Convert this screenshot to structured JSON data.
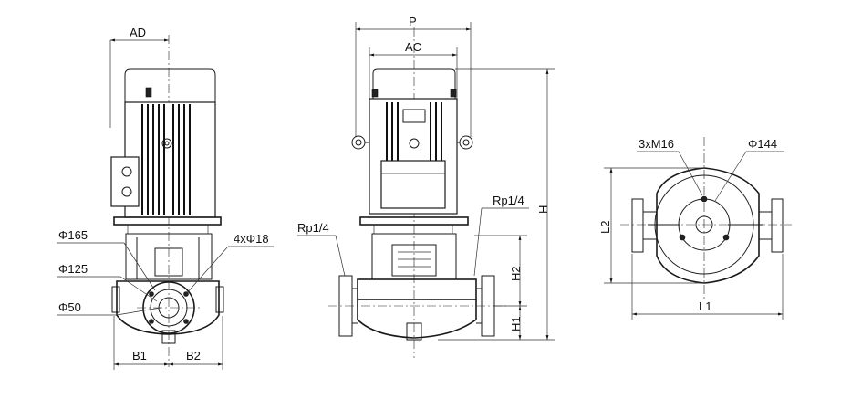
{
  "front_view": {
    "dim_ad": "AD",
    "dim_b1": "B1",
    "dim_b2": "B2",
    "label_phi165": "Φ165",
    "label_phi125": "Φ125",
    "label_phi50": "Φ50",
    "label_bolts": "4xΦ18"
  },
  "side_view": {
    "dim_p": "P",
    "dim_ac": "AC",
    "dim_h": "H",
    "dim_h1": "H1",
    "dim_h2": "H2",
    "port_left": "Rp1/4",
    "port_right": "Rp1/4"
  },
  "top_view": {
    "label_screws": "3xM16",
    "label_phi144": "Φ144",
    "dim_l1": "L1",
    "dim_l2": "L2"
  }
}
